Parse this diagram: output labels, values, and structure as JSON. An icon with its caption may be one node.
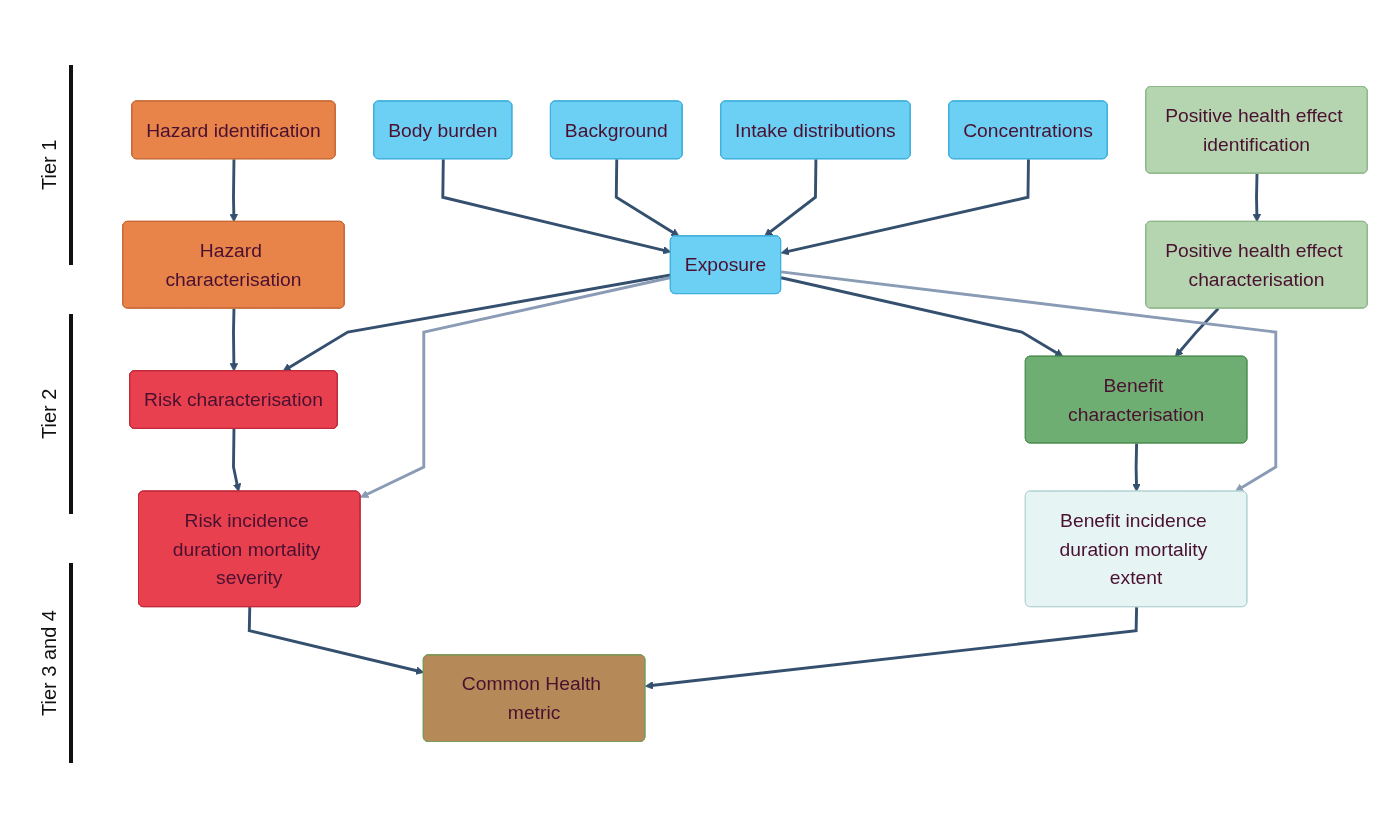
{
  "diagram": {
    "nodes": [
      {
        "text": [
          "Hazard identification"
        ]
      },
      {
        "text": [
          "Intake distributions"
        ]
      },
      {
        "text": [
          "Background"
        ]
      },
      {
        "text": [
          "Concentrations"
        ]
      },
      {
        "text": [
          "Positive health effect identification"
        ]
      },
      {
        "text": [
          "Body burden"
        ]
      },
      {
        "text": [
          "Hazard characterisation"
        ]
      },
      {
        "text": [
          "Positive health effect characterisation"
        ]
      },
      {
        "text": [
          "Exposure"
        ]
      },
      {
        "text": [
          "Risk characterisation"
        ]
      },
      {
        "text": [
          "Benefit characterisation"
        ]
      },
      {
        "text": [
          "Risk incidence duration mortality severity"
        ]
      },
      {
        "text": [
          "Benefit incidence duration mortality extent"
        ]
      },
      {
        "text": [
          "Common Health metric"
        ]
      }
    ],
    "edges": [
      {
        "from": 0,
        "to": 6,
        "arrow": "to"
      },
      {
        "from": 5,
        "to": 8,
        "arrow": "to"
      },
      {
        "from": 2,
        "to": 8,
        "arrow": "to"
      },
      {
        "from": 1,
        "to": 8,
        "arrow": "to"
      },
      {
        "from": 3,
        "to": 8,
        "arrow": "to"
      },
      {
        "from": 4,
        "to": 7,
        "arrow": "to"
      },
      {
        "from": 6,
        "to": 9,
        "arrow": "to"
      },
      {
        "from": 8,
        "to": 9,
        "arrow": "to"
      },
      {
        "from": 8,
        "to": 10,
        "arrow": "to"
      },
      {
        "from": 7,
        "to": 10,
        "arrow": "to"
      },
      {
        "from": 9,
        "to": 11,
        "arrow": "to"
      },
      {
        "from": 10,
        "to": 12,
        "arrow": "to"
      },
      {
        "from": 8,
        "to": 11,
        "arrow": "to",
        "color": "#8a9bb5"
      },
      {
        "from": 8,
        "to": 12,
        "arrow": "to",
        "color": "#8a9bb5"
      },
      {
        "from": 11,
        "to": 13,
        "arrow": "to"
      },
      {
        "from": 12,
        "to": 13,
        "arrow": "to"
      }
    ],
    "labels": [
      "Tier 1",
      "Tier 2",
      "Tier 3 and 4"
    ]
  }
}
